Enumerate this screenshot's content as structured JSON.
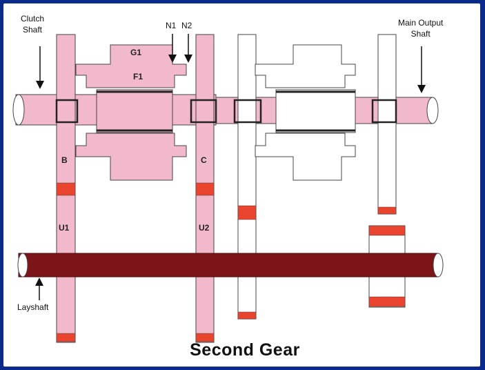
{
  "title": "Second Gear",
  "labels": {
    "clutch_shaft": "Clutch\nShaft",
    "main_output_shaft": "Main Output\nShaft",
    "layshaft": "Layshaft",
    "n1": "N1",
    "n2": "N2",
    "g1": "G1",
    "f1": "F1",
    "b": "B",
    "c": "C",
    "u1": "U1",
    "u2": "U2"
  },
  "colors": {
    "engaged": "#f2b8cc",
    "outline": "#444444",
    "tooth": "#e8442e",
    "layshaft": "#7d1418",
    "idle": "#ffffff",
    "frame": "#0b2a8a"
  }
}
